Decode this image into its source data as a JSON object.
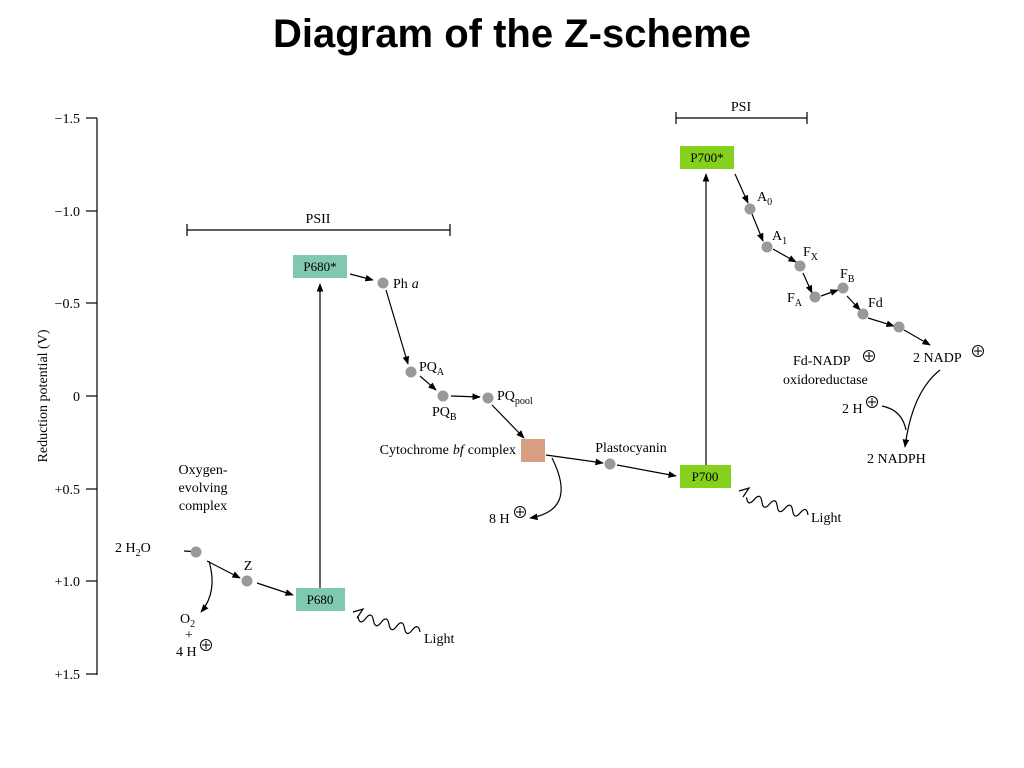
{
  "title": "Diagram of the Z-scheme",
  "colors": {
    "psii_box": "#80c8b0",
    "psi_box": "#86d01e",
    "cytochrome_box": "#d69f82",
    "node": "#999999"
  },
  "axis": {
    "label": "Reduction potential (V)",
    "ticks": [
      "−1.5",
      "−1.0",
      "−0.5",
      "0",
      "+0.5",
      "+1.0",
      "+1.5"
    ]
  },
  "brackets": {
    "psii": "PSII",
    "psi": "PSI"
  },
  "boxes": {
    "p680_star": "P680*",
    "p680": "P680",
    "p700_star": "P700*",
    "p700": "P700"
  },
  "labels": {
    "oxygen_evolving_1": "Oxygen-",
    "oxygen_evolving_2": "evolving",
    "oxygen_evolving_3": "complex",
    "water": "2 H",
    "water_sub": "2",
    "water_tail": "O",
    "z": "Z",
    "o2": "O",
    "o2_sub": "2",
    "plus": "+",
    "four_h": "4 H",
    "light": "Light",
    "pha": "Ph",
    "pha_italic": "a",
    "pqa": "PQ",
    "pqa_sub": "A",
    "pqb": "PQ",
    "pqb_sub": "B",
    "pqpool": "PQ",
    "pqpool_sub": "pool",
    "cytochrome_1": "Cytochrome",
    "cytochrome_italic": "bf",
    "cytochrome_2": "complex",
    "eight_h": "8 H",
    "plastocyanin": "Plastocyanin",
    "a0": "A",
    "a0_sub": "0",
    "a1": "A",
    "a1_sub": "1",
    "fx": "F",
    "fx_sub": "X",
    "fb": "F",
    "fb_sub": "B",
    "fa": "F",
    "fa_sub": "A",
    "fd": "Fd",
    "fd_nadp": "Fd-NADP",
    "oxidoreductase": "oxidoreductase",
    "two_nadp": "2 NADP",
    "two_h": "2 H",
    "two_nadph": "2 NADPH",
    "plus_sign": "+"
  }
}
